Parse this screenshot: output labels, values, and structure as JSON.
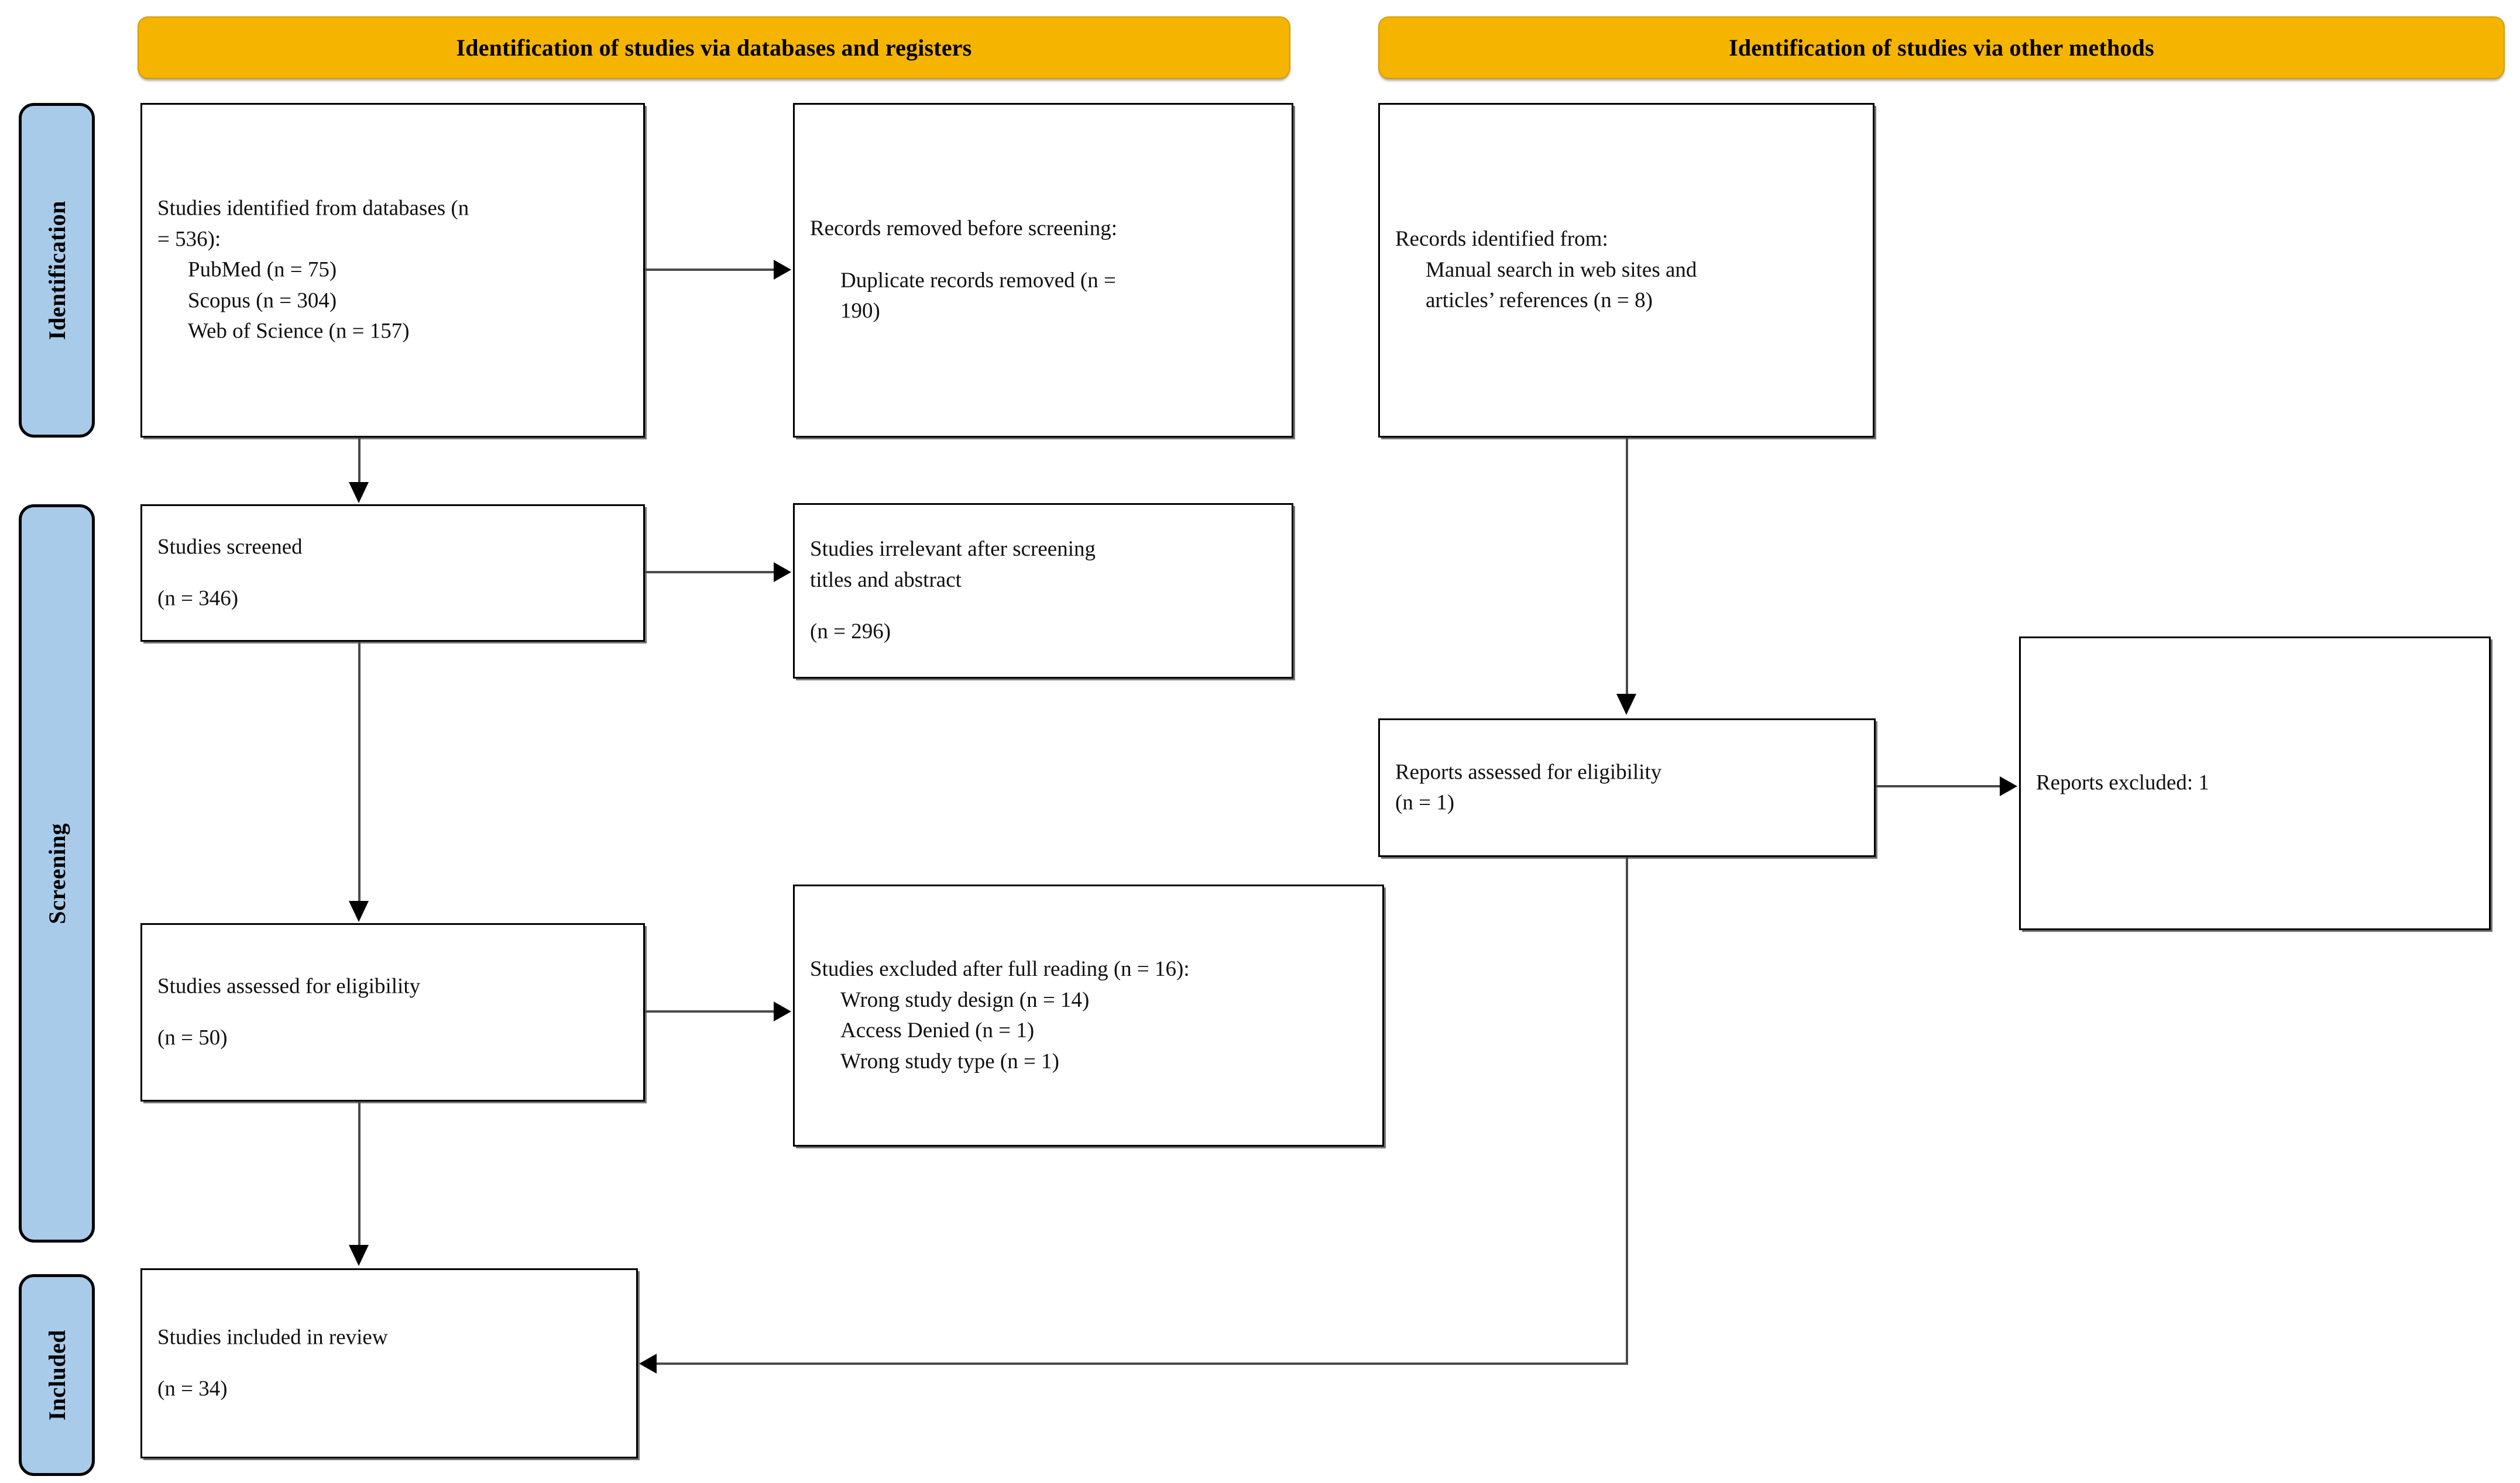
{
  "diagram": {
    "type": "prisma-flow-diagram",
    "accent_orange": "#F5B400",
    "accent_blue": "#A8CBEA",
    "border_color": "#000000",
    "connector_color": "#4a4a4a"
  },
  "banners": {
    "left": "Identification of studies via databases and registers",
    "right": "Identification of studies via other methods"
  },
  "rails": {
    "identification": "Identification",
    "screening": "Screening",
    "included": "Included"
  },
  "nodes": {
    "identified_databases": {
      "l1": "Studies identified from databases (n",
      "l2": "= 536):",
      "l3": "PubMed (n = 75)",
      "l4": "Scopus (n = 304)",
      "l5": "Web of Science (n = 157)"
    },
    "records_removed": {
      "l1": "Records removed before screening:",
      "l2": "Duplicate records removed (n =",
      "l3": "190)"
    },
    "records_identified_other": {
      "l1": "Records identified from:",
      "l2": "Manual search in web sites and",
      "l3": "articles’ references (n = 8)"
    },
    "studies_screened": {
      "l1": "Studies screened",
      "l2": "(n = 346)"
    },
    "studies_irrelevant": {
      "l1": "Studies irrelevant after screening",
      "l2": "titles and abstract",
      "l3": "(n = 296)"
    },
    "reports_assessed": {
      "l1": "Reports assessed for eligibility",
      "l2": "(n = 1)"
    },
    "reports_excluded": {
      "l1": "Reports excluded: 1"
    },
    "studies_assessed": {
      "l1": "Studies assessed for eligibility",
      "l2": "(n = 50)"
    },
    "studies_excluded": {
      "l1": "Studies excluded after full reading (n = 16):",
      "l2": "Wrong study design (n = 14)",
      "l3": "Access Denied (n = 1)",
      "l4": "Wrong study type (n = 1)"
    },
    "studies_included": {
      "l1": "Studies included in review",
      "l2": "(n = 34)"
    }
  },
  "chart_data": {
    "type": "diagram",
    "title": "PRISMA 2020 flow diagram",
    "counts": {
      "studies_identified_from_databases": 536,
      "pubmed": 75,
      "scopus": 304,
      "web_of_science": 157,
      "duplicate_records_removed": 190,
      "records_identified_other_methods": 8,
      "studies_screened": 346,
      "studies_irrelevant_after_title_abstract_screening": 296,
      "studies_assessed_for_eligibility": 50,
      "studies_excluded_after_full_reading": 16,
      "wrong_study_design": 14,
      "access_denied": 1,
      "wrong_study_type": 1,
      "reports_assessed_for_eligibility": 1,
      "reports_excluded": 1,
      "studies_included_in_review": 34
    }
  }
}
